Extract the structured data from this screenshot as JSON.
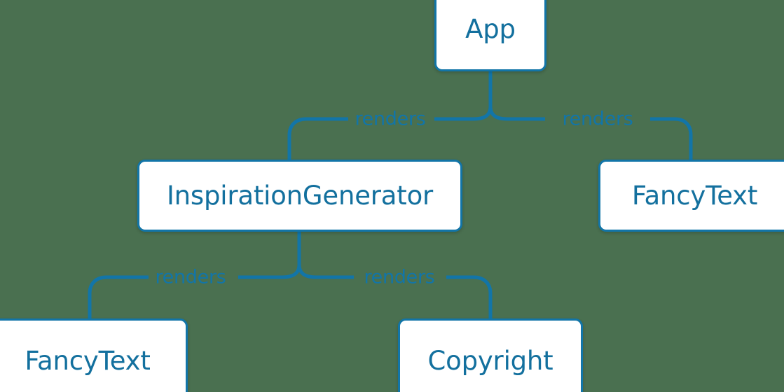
{
  "diagram": {
    "type": "component-tree",
    "background_color": "#4a7050",
    "node_border_color": "#1275a8",
    "node_text_color": "#13709e",
    "edge_color": "#1275a8",
    "edge_label_color": "#1275a8",
    "nodes": [
      {
        "id": "app",
        "label": "App"
      },
      {
        "id": "inspiration",
        "label": "InspirationGenerator"
      },
      {
        "id": "fancytext_right",
        "label": "FancyText"
      },
      {
        "id": "fancytext_left",
        "label": "FancyText"
      },
      {
        "id": "copyright",
        "label": "Copyright"
      }
    ],
    "edges": [
      {
        "from": "app",
        "to": "inspiration",
        "label": "renders"
      },
      {
        "from": "app",
        "to": "fancytext_right",
        "label": "renders"
      },
      {
        "from": "inspiration",
        "to": "fancytext_left",
        "label": "renders"
      },
      {
        "from": "inspiration",
        "to": "copyright",
        "label": "renders"
      }
    ]
  }
}
